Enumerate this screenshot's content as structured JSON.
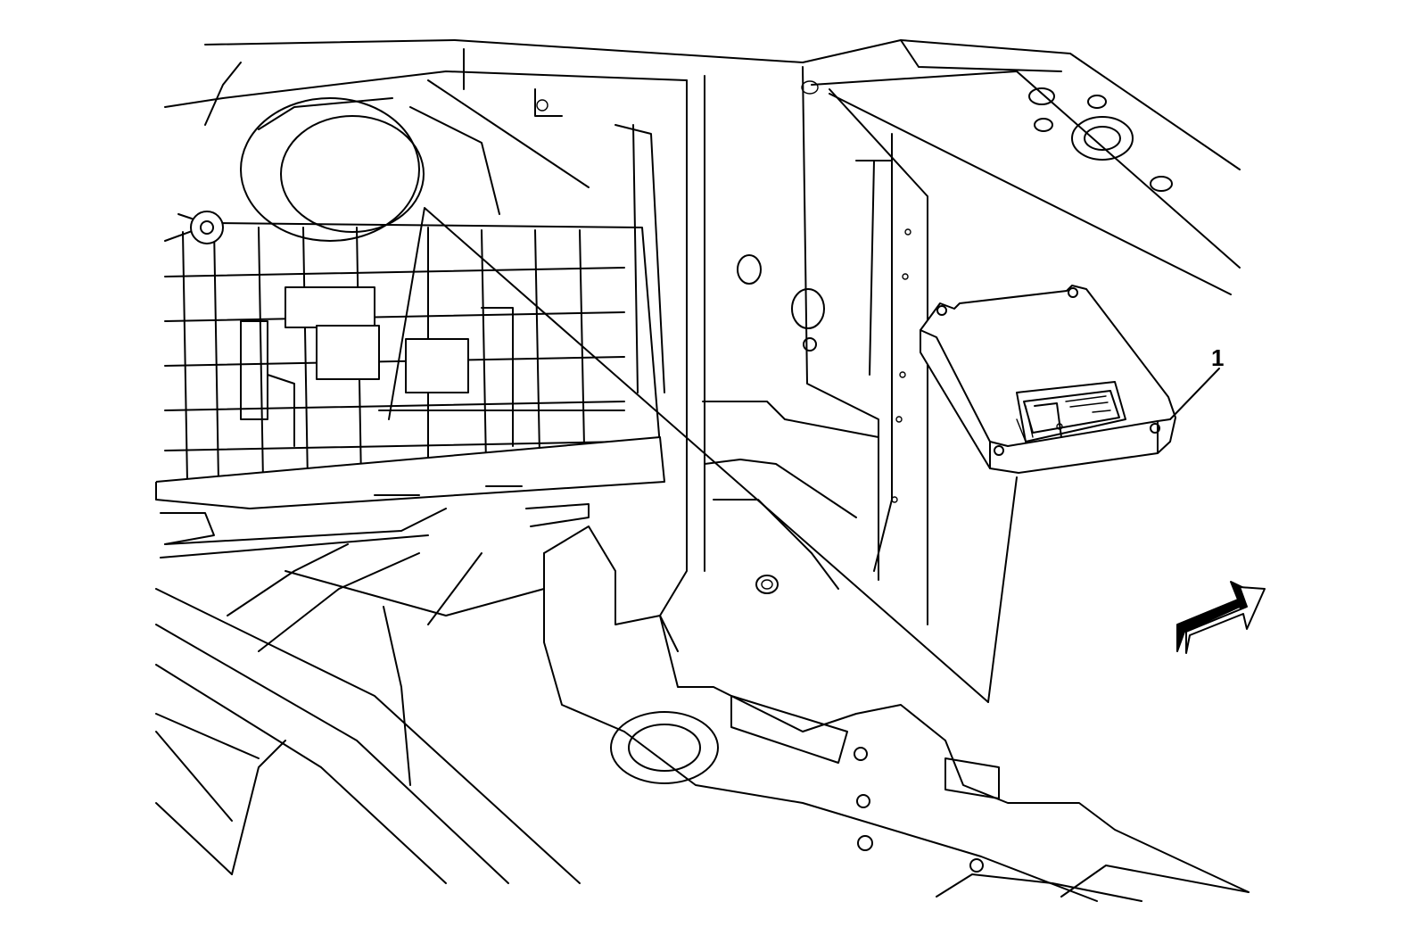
{
  "diagram": {
    "callouts": [
      {
        "id": "1",
        "label": "1",
        "part": "module"
      }
    ],
    "icons": {
      "direction_arrow": "front-direction-arrow-icon"
    }
  }
}
